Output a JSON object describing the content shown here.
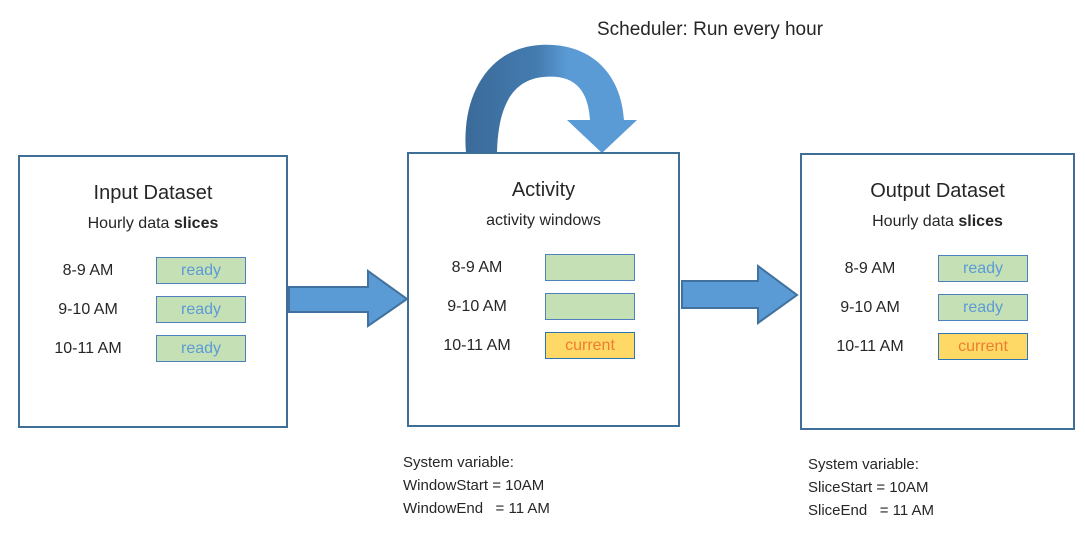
{
  "scheduler": {
    "label": "Scheduler: Run every hour"
  },
  "boxes": [
    {
      "title": "Input Dataset",
      "subtitle": "Hourly data ",
      "subtitle_bold": "slices",
      "rows": [
        {
          "time": "8-9 AM",
          "status": "ready",
          "state": "ready"
        },
        {
          "time": "9-10 AM",
          "status": "ready",
          "state": "ready"
        },
        {
          "time": "10-11 AM",
          "status": "ready",
          "state": "ready"
        }
      ]
    },
    {
      "title": "Activity",
      "subtitle": "activity windows",
      "subtitle_bold": "",
      "rows": [
        {
          "time": "8-9 AM",
          "status": "",
          "state": "empty"
        },
        {
          "time": "9-10 AM",
          "status": "",
          "state": "empty"
        },
        {
          "time": "10-11 AM",
          "status": "current",
          "state": "current"
        }
      ]
    },
    {
      "title": "Output Dataset",
      "subtitle": "Hourly data ",
      "subtitle_bold": "slices",
      "rows": [
        {
          "time": "8-9 AM",
          "status": "ready",
          "state": "ready"
        },
        {
          "time": "9-10 AM",
          "status": "ready",
          "state": "ready"
        },
        {
          "time": "10-11 AM",
          "status": "current",
          "state": "current"
        }
      ]
    }
  ],
  "notes": [
    {
      "lines": [
        "System variable:",
        "WindowStart = 10AM",
        "WindowEnd   = 11 AM"
      ]
    },
    {
      "lines": [
        "System variable:",
        "SliceStart = 10AM",
        "SliceEnd   = 11 AM"
      ]
    }
  ],
  "colors": {
    "box-border": "#3f6e96",
    "arrow-fill": "#5b9bd5",
    "arrow-border": "#41719c",
    "loop-dark": "#3a6a99",
    "loop-light": "#5b9bd5",
    "badge-green": "#c5e0b4",
    "badge-border": "#4f81bd",
    "badge-yellow": "#ffd966",
    "current-border": "#2e75b6",
    "ready-text": "#5b9bd5",
    "current-text": "#ed7d31",
    "text": "#262626"
  }
}
